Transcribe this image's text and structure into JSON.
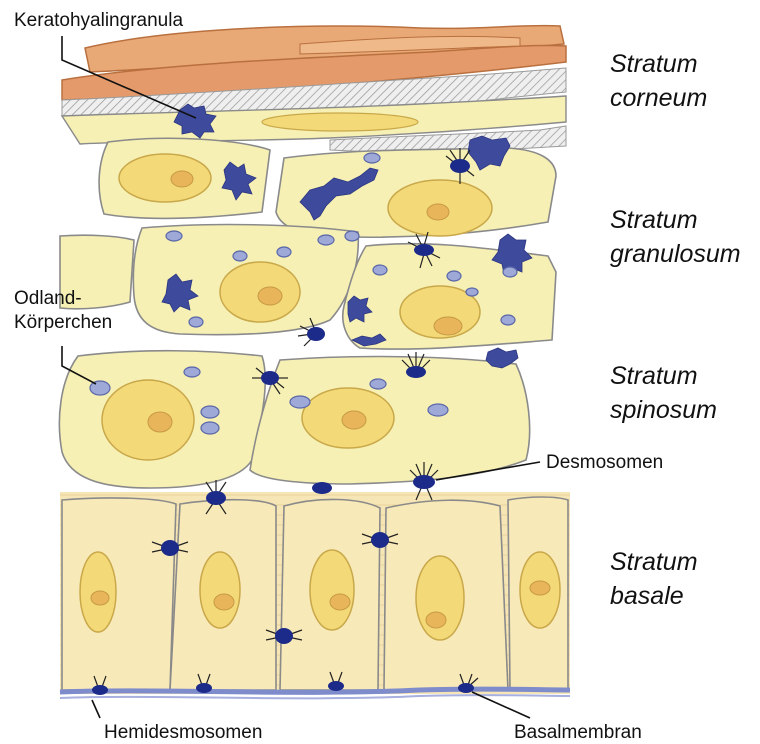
{
  "labels": {
    "keratohyalin": "Keratohyalingranula",
    "odland_line1": "Odland-",
    "odland_line2": "Körperchen",
    "desmosomen": "Desmosomen",
    "hemidesmosomen": "Hemidesmosomen",
    "basalmembran": "Basalmembran"
  },
  "layers": [
    {
      "line1": "Stratum",
      "line2": "corneum"
    },
    {
      "line1": "Stratum",
      "line2": "granulosum"
    },
    {
      "line1": "Stratum",
      "line2": "spinosum"
    },
    {
      "line1": "Stratum",
      "line2": "basale"
    }
  ],
  "colors": {
    "cell_fill": "#f6f0b4",
    "nucleus": "#f3d978",
    "granule": "#3e4a9c",
    "desmosome": "#1c2a8a",
    "corneum_layer": "#e8a977"
  }
}
